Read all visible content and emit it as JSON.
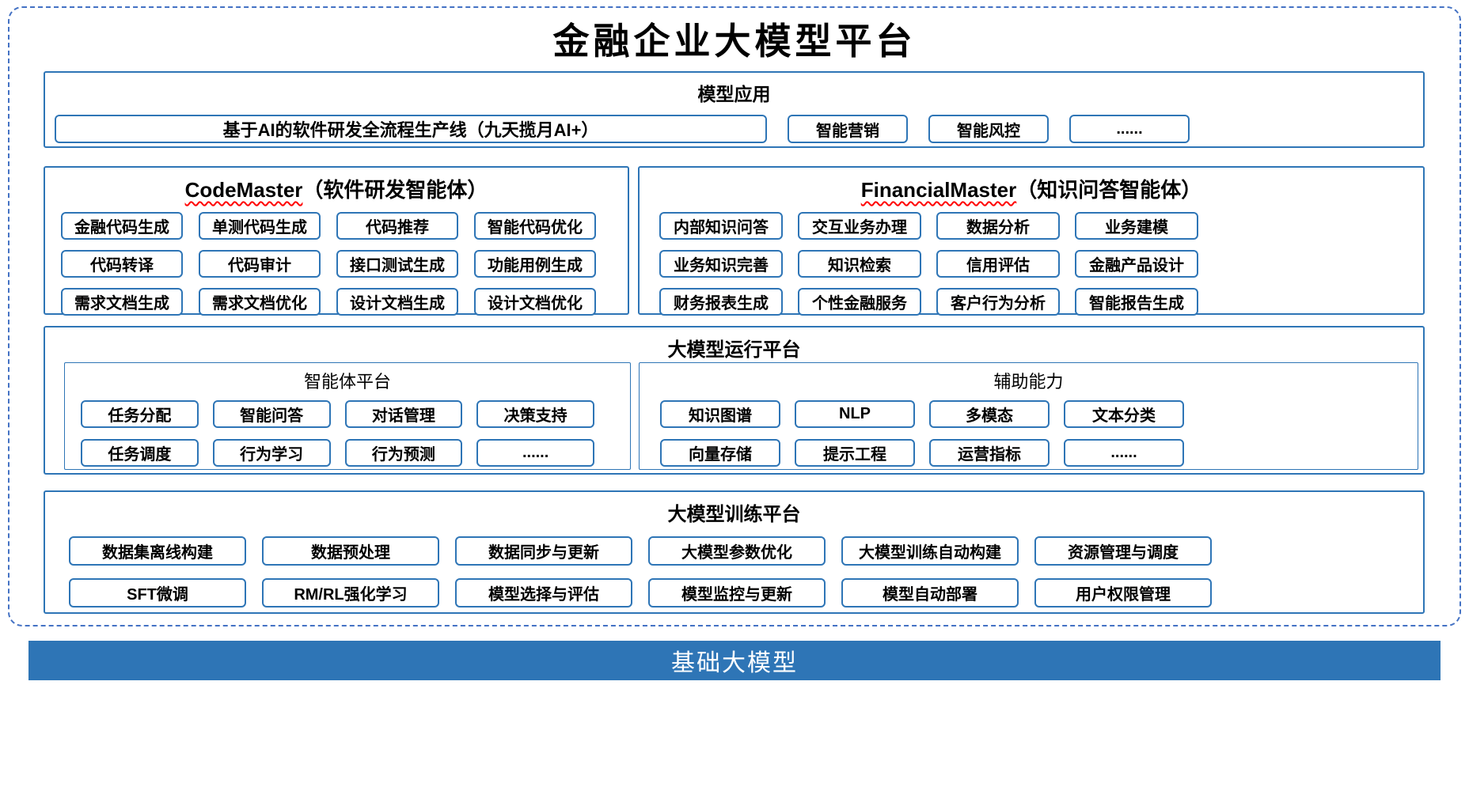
{
  "page_title": "金融企业大模型平台",
  "colors": {
    "outer_dashed_border": "#4472C4",
    "box_border": "#2E75B6",
    "foundation_bar_bg": "#2E75B6",
    "foundation_bar_text": "#FFFFFF",
    "squiggle_underline": "#FF0000",
    "text": "#000000"
  },
  "model_app": {
    "title": "模型应用",
    "pipeline": "基于AI的软件研发全流程生产线（九天揽月AI+）",
    "items": [
      "智能营销",
      "智能风控",
      "......"
    ]
  },
  "code_master": {
    "title_en": "CodeMaster",
    "title_zh": "（软件研发智能体）",
    "items": [
      "金融代码生成",
      "单测代码生成",
      "代码推荐",
      "智能代码优化",
      "代码转译",
      "代码审计",
      "接口测试生成",
      "功能用例生成",
      "需求文档生成",
      "需求文档优化",
      "设计文档生成",
      "设计文档优化"
    ]
  },
  "financial_master": {
    "title_en": "FinancialMaster",
    "title_zh": "（知识问答智能体）",
    "items": [
      "内部知识问答",
      "交互业务办理",
      "数据分析",
      "业务建模",
      "业务知识完善",
      "知识检索",
      "信用评估",
      "金融产品设计",
      "财务报表生成",
      "个性金融服务",
      "客户行为分析",
      "智能报告生成"
    ]
  },
  "runtime": {
    "title": "大模型运行平台",
    "agent_platform": {
      "title": "智能体平台",
      "items": [
        "任务分配",
        "智能问答",
        "对话管理",
        "决策支持",
        "任务调度",
        "行为学习",
        "行为预测",
        "......"
      ]
    },
    "aux_ability": {
      "title": "辅助能力",
      "items": [
        "知识图谱",
        "NLP",
        "多模态",
        "文本分类",
        "向量存储",
        "提示工程",
        "运营指标",
        "......"
      ]
    }
  },
  "training": {
    "title": "大模型训练平台",
    "items": [
      "数据集离线构建",
      "数据预处理",
      "数据同步与更新",
      "大模型参数优化",
      "大模型训练自动构建",
      "资源管理与调度",
      "SFT微调",
      "RM/RL强化学习",
      "模型选择与评估",
      "模型监控与更新",
      "模型自动部署",
      "用户权限管理"
    ]
  },
  "foundation": {
    "title": "基础大模型"
  }
}
